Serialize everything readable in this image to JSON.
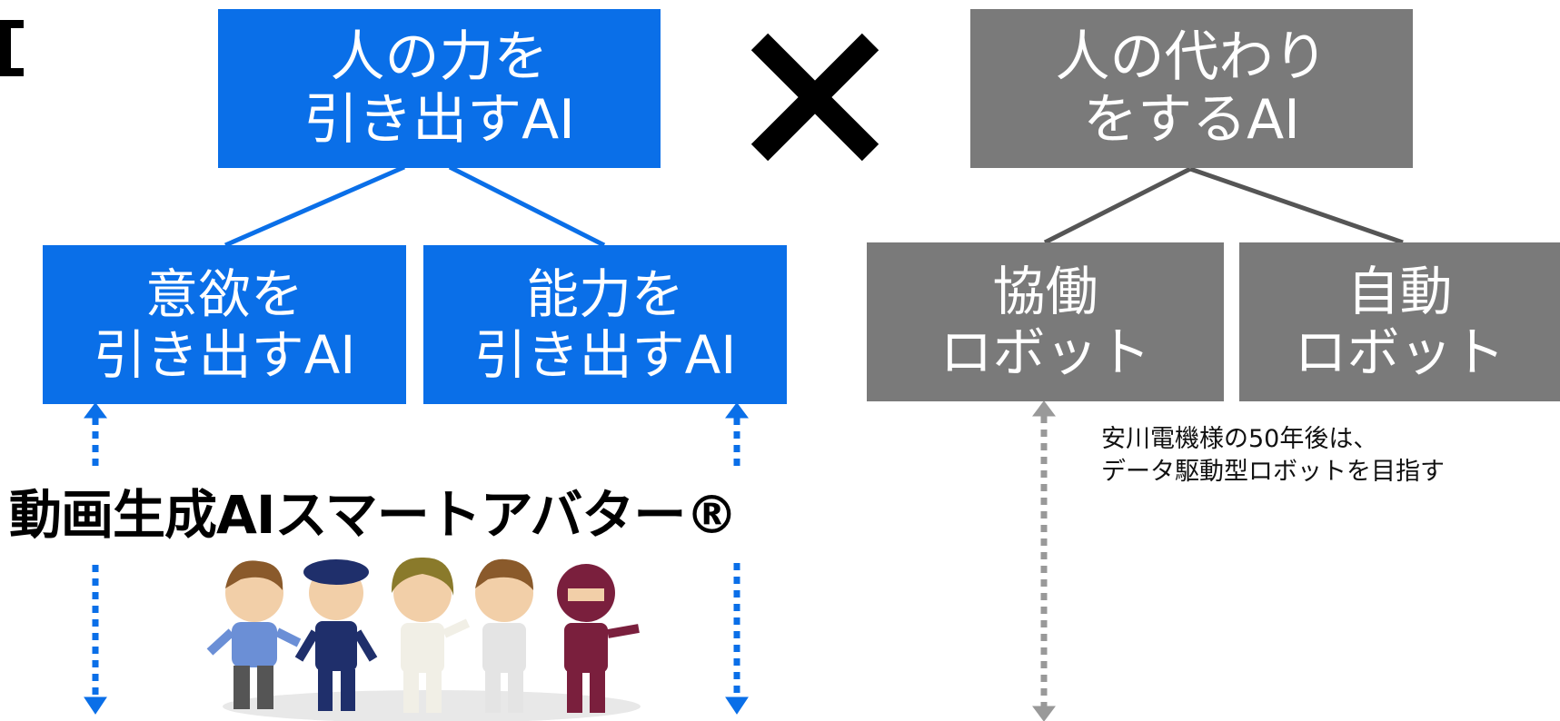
{
  "left_root": {
    "line1": "人の力を",
    "line2": "引き出すAI"
  },
  "left_children": [
    {
      "line1": "意欲を",
      "line2": "引き出すAI"
    },
    {
      "line1": "能力を",
      "line2": "引き出すAI"
    }
  ],
  "cross_symbol": "×",
  "right_root": {
    "line1": "人の代わり",
    "line2": "をするAI"
  },
  "right_children": [
    {
      "line1": "協働",
      "line2": "ロボット"
    },
    {
      "line1": "自動",
      "line2": "ロボット"
    }
  ],
  "headline": "動画生成AIスマートアバター®",
  "note": {
    "line1": "安川電機様の50年後は、",
    "line2": "データ駆動型ロボットを目指す"
  },
  "colors": {
    "blue": "#0a6fe8",
    "gray": "#7a7a7a",
    "connector_gray": "#555555",
    "dashed_gray": "#999999"
  },
  "illustration": {
    "icon": "avatar-characters",
    "count": 5
  }
}
